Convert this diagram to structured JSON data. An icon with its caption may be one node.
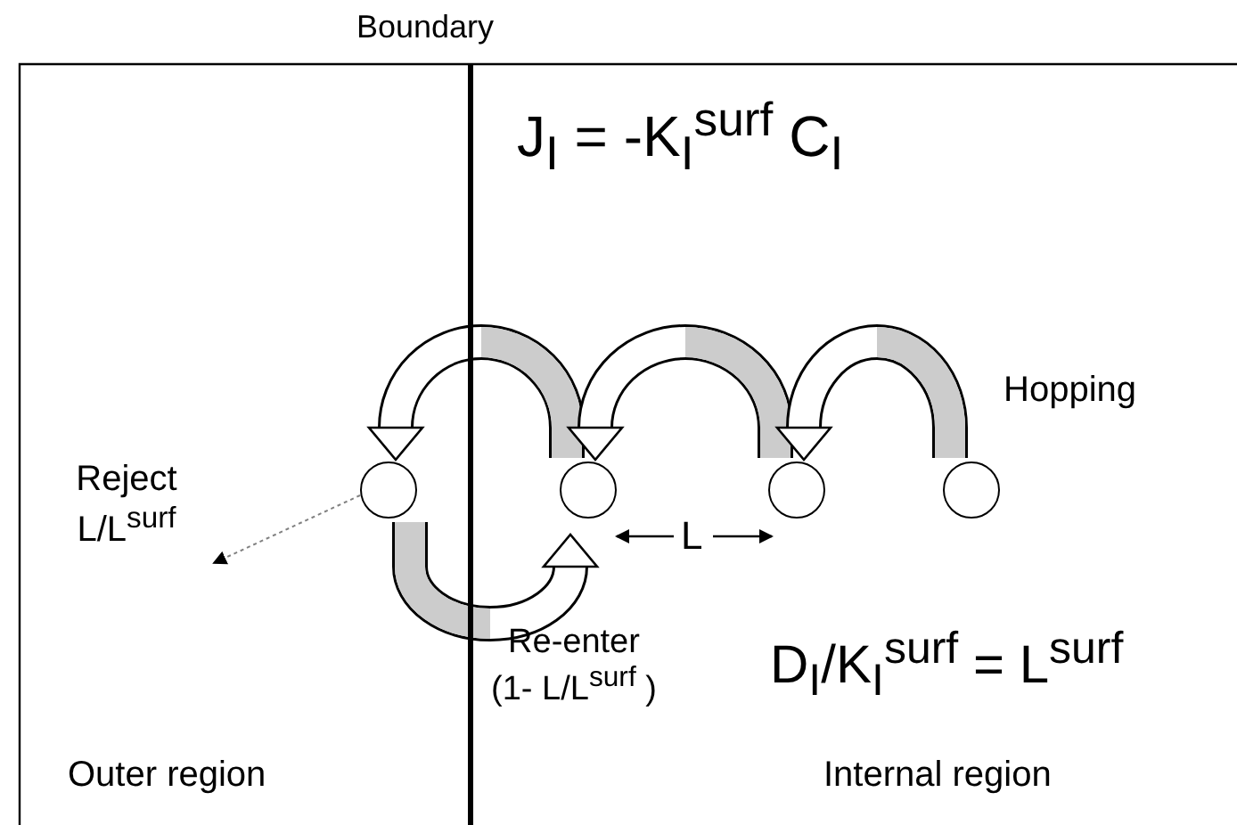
{
  "diagram": {
    "nodes": [
      {
        "text": [],
        "shape": "circle"
      },
      {
        "text": [],
        "shape": "circle"
      },
      {
        "text": [],
        "shape": "circle"
      },
      {
        "text": [],
        "shape": "circle"
      }
    ],
    "edges": [
      {
        "from": 1,
        "to": 0,
        "arrow": "to"
      },
      {
        "from": 2,
        "to": 1,
        "arrow": "to"
      },
      {
        "from": 3,
        "to": 2,
        "arrow": "to"
      },
      {
        "from": 0,
        "to": 1,
        "arrow": "to",
        "label": "Re-enter (1- L/L$^{surf}$ )"
      },
      {
        "from": 0,
        "to": null,
        "arrow": "to",
        "style": "dashed",
        "color": "#808080",
        "label": "Reject L/L$^{surf}$"
      }
    ],
    "labels": [
      "Boundary",
      "J$_{I}$ = -K$_{I}$$^{surf}$ C$_{I}$",
      "Hopping",
      "L",
      "D$_{I}$/K$_{I}$$^{surf}$ = L$^{surf}$",
      "Outer region",
      "Internal region"
    ]
  }
}
